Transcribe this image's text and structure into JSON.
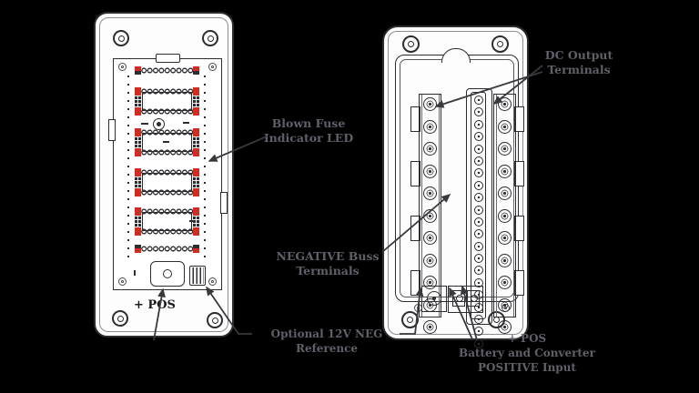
{
  "labels": {
    "blown_fuse_line1": "Blown Fuse",
    "blown_fuse_line2": "Indicator LED",
    "dc_output_line1": "DC Output",
    "dc_output_line2": "Terminals",
    "negative_buss_line1": "NEGATIVE Buss",
    "negative_buss_line2": "Terminals",
    "optional_neg": "Optional 12V NEG Reference",
    "pos_input_line1": "+ POS",
    "pos_input_line2": "Battery and Converter",
    "pos_input_line3": "POSITIVE Input",
    "front_pos_stud": "+ POS"
  },
  "colors": {
    "background": "#000000",
    "panel_fill": "#fdfdfd",
    "line_ink": "#2c2c31",
    "blown_fuse_led_red": "#d32b1f",
    "label_gray": "#60606a"
  },
  "icons": {
    "corner_screw": "double-circle-screw",
    "terminal_screw": "slotted-screw",
    "arrow": "filled-triangle-leader"
  }
}
